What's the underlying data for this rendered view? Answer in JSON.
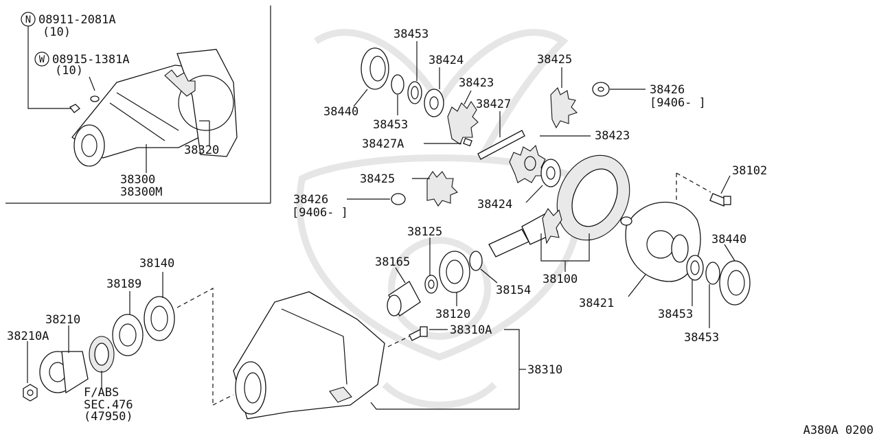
{
  "diagram": {
    "code": "A380A 0200",
    "inset": {
      "callouts": [
        {
          "symbol": "N",
          "part": "08911-2081A",
          "qty": "(10)"
        },
        {
          "symbol": "W",
          "part": "08915-1381A",
          "qty": "(10)"
        }
      ],
      "labels": [
        "38320",
        "38300",
        "38300M"
      ]
    },
    "labels": {
      "p38453a": "38453",
      "p38424a": "38424",
      "p38423a": "38423",
      "p38427": "38427",
      "p38440a": "38440",
      "p38453b": "38453",
      "p38427A": "38427A",
      "p38425a": "38425",
      "p38426a": "38426",
      "p9406a": "[9406-      ]",
      "p38423b": "38423",
      "p38102": "38102",
      "p38425b": "38425",
      "p38426b": "38426",
      "p9406b": "[9406-      ]",
      "p38424b": "38424",
      "p38125": "38125",
      "p38165": "38165",
      "p38154": "38154",
      "p38100": "38100",
      "p38440b": "38440",
      "p38421": "38421",
      "p38453c": "38453",
      "p38453d": "38453",
      "p38120": "38120",
      "p38140": "38140",
      "p38189": "38189",
      "p38210": "38210",
      "p38210A": "38210A",
      "fabs1": "F/ABS",
      "fabs2": "SEC.476",
      "fabs3": "(47950)",
      "p38310A": "38310A",
      "p38310": "38310"
    }
  }
}
